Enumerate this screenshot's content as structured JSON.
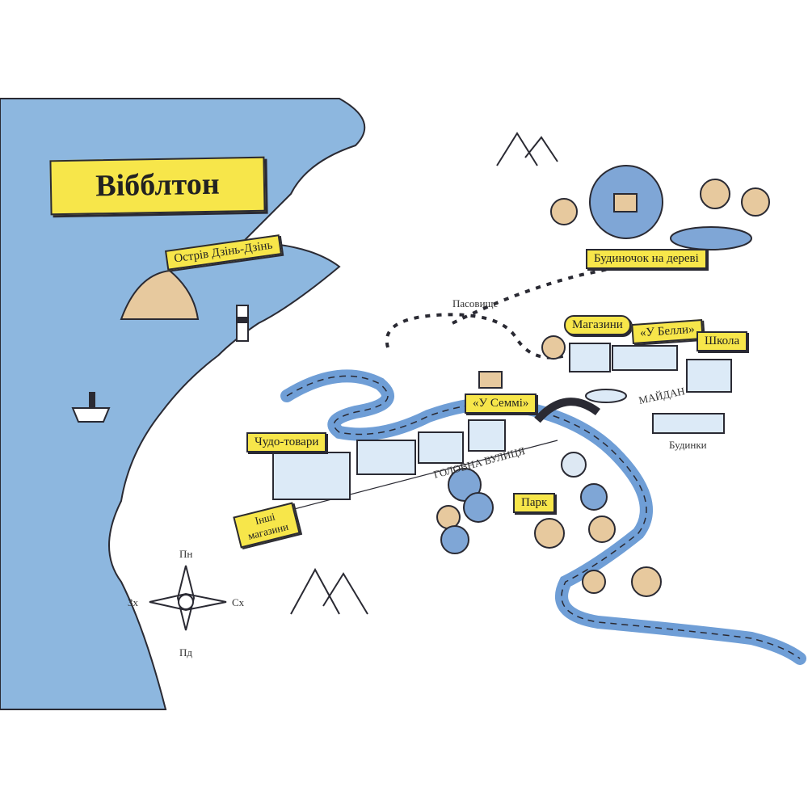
{
  "title": "Вібблтон",
  "labels": {
    "island": "Острів Дзінь-Дзінь",
    "treehouse": "Будиночок на дереві",
    "pasture": "Пасовище",
    "shops": "Магазини",
    "bellas": "«У Белли»",
    "school": "Школа",
    "square": "МАЙДАН",
    "houses": "Будинки",
    "sammys": "«У Семмі»",
    "wonder_goods": "Чудо-товари",
    "main_street": "ГОЛОВНА ВУЛИЦЯ",
    "park": "Парк",
    "other_shops": "Інші магазини"
  },
  "compass": {
    "north": "Пн",
    "east": "Сх",
    "south": "Пд",
    "west": "Зх"
  },
  "colors": {
    "sea": "#8db7df",
    "river": "#6f9ed6",
    "banner": "#f7e64a",
    "ink": "#2a2a33"
  }
}
